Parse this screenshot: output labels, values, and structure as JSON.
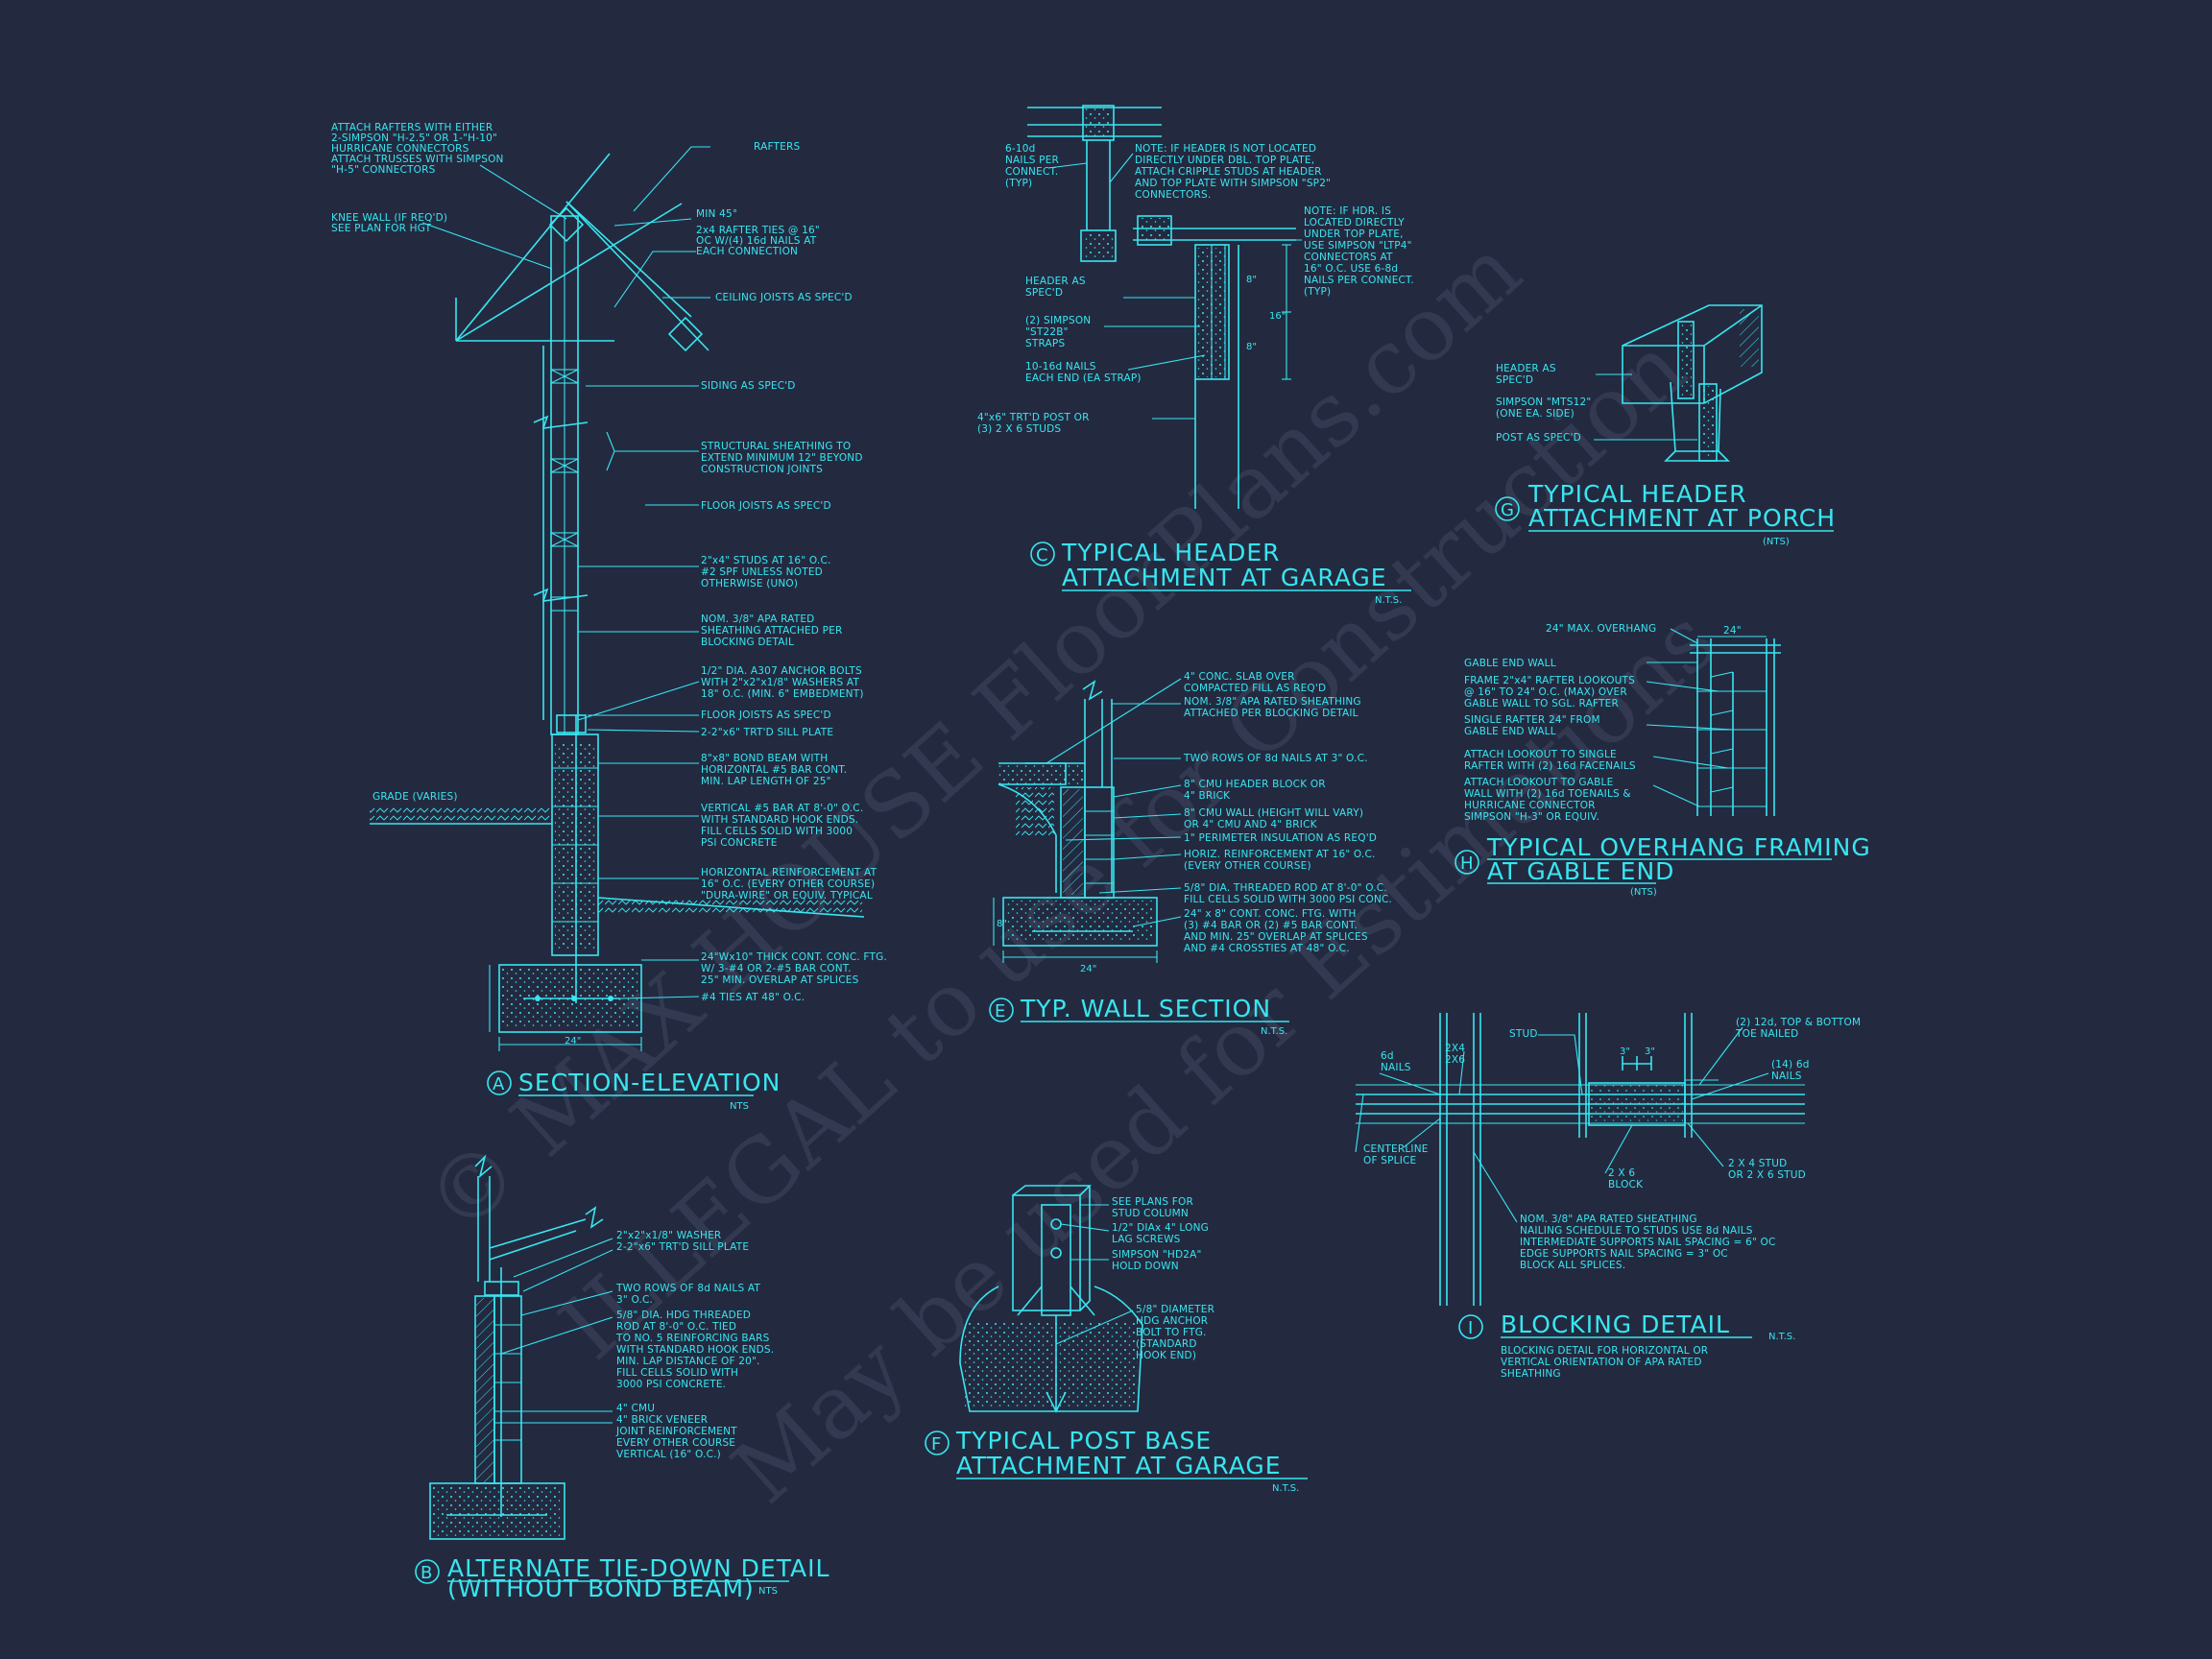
{
  "watermark": {
    "line1": "© MAX HOUSE FloorPlans.com",
    "line2": "ILLEGAL to use for Construction",
    "line3": "May be used for Estimations"
  },
  "details": {
    "A": {
      "letter": "A",
      "title": "SECTION-ELEVATION",
      "nts": "NTS",
      "dim": "24\"",
      "notes": [
        [
          "ATTACH RAFTERS WITH EITHER",
          "2-SIMPSON \"H-2.5\" OR 1-\"H-10\"",
          "HURRICANE CONNECTORS",
          "ATTACH TRUSSES WITH SIMPSON",
          "\"H-5\" CONNECTORS"
        ],
        [
          "RAFTERS"
        ],
        [
          "KNEE WALL (IF REQ'D)",
          "SEE PLAN FOR HGT"
        ],
        [
          "MIN 45°"
        ],
        [
          "2x4 RAFTER TIES @ 16\"",
          "OC W/(4) 16d NAILS AT",
          "EACH CONNECTION"
        ],
        [
          "CEILING JOISTS AS SPEC'D"
        ],
        [
          "SIDING AS SPEC'D"
        ],
        [
          "STRUCTURAL SHEATHING TO",
          "EXTEND MINIMUM 12\" BEYOND",
          "CONSTRUCTION JOINTS"
        ],
        [
          "FLOOR JOISTS AS SPEC'D"
        ],
        [
          "2\"x4\" STUDS AT 16\" O.C.",
          "#2 SPF UNLESS NOTED",
          "OTHERWISE (UNO)"
        ],
        [
          "NOM. 3/8\" APA RATED",
          "SHEATHING ATTACHED PER",
          "BLOCKING DETAIL"
        ],
        [
          "1/2\" DIA. A307 ANCHOR BOLTS",
          "WITH 2\"x2\"x1/8\" WASHERS AT",
          "18\" O.C. (MIN. 6\" EMBEDMENT)"
        ],
        [
          "FLOOR JOISTS AS SPEC'D"
        ],
        [
          "2-2\"x6\" TRT'D SILL PLATE"
        ],
        [
          "8\"x8\" BOND BEAM WITH",
          "HORIZONTAL #5 BAR CONT.",
          "MIN. LAP LENGTH OF 25\""
        ],
        [
          "GRADE (VARIES)"
        ],
        [
          "VERTICAL #5 BAR AT 8'-0\" O.C.",
          "WITH STANDARD HOOK ENDS.",
          "FILL CELLS SOLID WITH 3000",
          "PSI CONCRETE"
        ],
        [
          "HORIZONTAL REINFORCEMENT AT",
          "16\" O.C. (EVERY OTHER COURSE)",
          "\"DURA-WIRE\" OR EQUIV. TYPICAL"
        ],
        [
          "24\"Wx10\" THICK CONT. CONC. FTG.",
          "W/ 3-#4 OR 2-#5 BAR CONT.",
          "25\" MIN. OVERLAP AT SPLICES"
        ],
        [
          "#4 TIES AT 48\" O.C."
        ]
      ]
    },
    "B": {
      "letter": "B",
      "title": "ALTERNATE TIE-DOWN DETAIL",
      "subtitle": "(WITHOUT BOND BEAM)",
      "nts": "NTS",
      "notes": [
        [
          "2\"x2\"x1/8\" WASHER",
          "2-2\"x6\" TRT'D SILL PLATE"
        ],
        [
          "TWO ROWS OF 8d NAILS AT",
          "3\" O.C."
        ],
        [
          "5/8\" DIA. HDG THREADED",
          "ROD AT 8'-0\" O.C. TIED",
          "TO NO. 5 REINFORCING BARS",
          "WITH STANDARD HOOK ENDS.",
          "MIN. LAP DISTANCE OF 20\".",
          "FILL CELLS SOLID WITH",
          "3000 PSI CONCRETE."
        ],
        [
          "4\" CMU",
          "4\" BRICK VENEER",
          "JOINT REINFORCEMENT",
          "EVERY OTHER COURSE",
          "VERTICAL (16\" O.C.)"
        ]
      ]
    },
    "C": {
      "letter": "C",
      "title1": "TYPICAL HEADER",
      "title2": "ATTACHMENT AT GARAGE",
      "nts": "N.T.S.",
      "dims": [
        "8\"",
        "16\"",
        "8\""
      ],
      "notes": [
        [
          "6-10d",
          "NAILS PER",
          "CONNECT.",
          "(TYP)"
        ],
        [
          "NOTE: IF HEADER IS NOT LOCATED",
          "DIRECTLY UNDER DBL. TOP PLATE,",
          "ATTACH CRIPPLE STUDS AT HEADER",
          "AND TOP PLATE WITH SIMPSON \"SP2\"",
          "CONNECTORS."
        ],
        [
          "NOTE: IF HDR. IS",
          "LOCATED DIRECTLY",
          "UNDER TOP PLATE,",
          "USE SIMPSON \"LTP4\"",
          "CONNECTORS AT",
          "16\" O.C.  USE 6-8d",
          "NAILS PER CONNECT.",
          "(TYP)"
        ],
        [
          "HEADER AS",
          "SPEC'D"
        ],
        [
          "(2) SIMPSON",
          "\"ST22B\"",
          "STRAPS"
        ],
        [
          "10-16d NAILS",
          "EACH END (EA STRAP)"
        ],
        [
          "4\"x6\" TRT'D POST OR",
          "(3) 2 X 6 STUDS"
        ]
      ]
    },
    "E": {
      "letter": "E",
      "title": "TYP. WALL SECTION",
      "nts": "N.T.S.",
      "dim": "24\"",
      "dim2": "8\"",
      "notes": [
        [
          "4\" CONC. SLAB OVER",
          "COMPACTED FILL AS REQ'D"
        ],
        [
          "NOM. 3/8\" APA RATED SHEATHING",
          "ATTACHED PER BLOCKING DETAIL"
        ],
        [
          "TWO ROWS OF 8d NAILS AT 3\" O.C."
        ],
        [
          "8\" CMU HEADER BLOCK OR",
          "4\" BRICK"
        ],
        [
          "8\" CMU WALL (HEIGHT WILL VARY)",
          "OR 4\" CMU AND 4\" BRICK"
        ],
        [
          "1\" PERIMETER INSULATION AS REQ'D"
        ],
        [
          "HORIZ. REINFORCEMENT AT 16\" O.C.",
          "(EVERY OTHER COURSE)"
        ],
        [
          "5/8\" DIA. THREADED ROD AT 8'-0\" O.C.",
          "FILL CELLS SOLID WITH 3000 PSI CONC."
        ],
        [
          "24\" x 8\" CONT. CONC. FTG. WITH",
          "(3) #4 BAR OR (2) #5 BAR CONT.",
          "AND MIN. 25\" OVERLAP AT SPLICES",
          "AND #4 CROSSTIES AT 48\" O.C."
        ]
      ]
    },
    "F": {
      "letter": "F",
      "title1": "TYPICAL POST BASE",
      "title2": "ATTACHMENT AT GARAGE",
      "nts": "N.T.S.",
      "notes": [
        [
          "SEE PLANS FOR",
          "STUD COLUMN"
        ],
        [
          "1/2\" DIAx 4\" LONG",
          "LAG SCREWS"
        ],
        [
          "SIMPSON \"HD2A\"",
          "HOLD DOWN"
        ],
        [
          "5/8\" DIAMETER",
          "HDG ANCHOR",
          "BOLT TO FTG.",
          "(STANDARD",
          "HOOK END)"
        ]
      ]
    },
    "G": {
      "letter": "G",
      "title1": "TYPICAL HEADER",
      "title2": "ATTACHMENT AT PORCH",
      "nts": "(NTS)",
      "notes": [
        [
          "HEADER AS",
          "SPEC'D"
        ],
        [
          "SIMPSON \"MTS12\"",
          "(ONE EA. SIDE)"
        ],
        [
          "POST AS SPEC'D"
        ]
      ]
    },
    "H": {
      "letter": "H",
      "title1": "TYPICAL OVERHANG FRAMING",
      "title2": "AT GABLE END",
      "nts": "(NTS)",
      "dim": "24\"",
      "notes": [
        [
          "24\" MAX. OVERHANG"
        ],
        [
          "GABLE END WALL"
        ],
        [
          "FRAME 2\"x4\" RAFTER LOOKOUTS",
          "@ 16\" TO 24\" O.C. (MAX) OVER",
          "GABLE WALL TO SGL. RAFTER"
        ],
        [
          "SINGLE RAFTER 24\" FROM",
          "GABLE END WALL"
        ],
        [
          "ATTACH LOOKOUT TO SINGLE",
          "RAFTER WITH (2) 16d FACENAILS"
        ],
        [
          "ATTACH LOOKOUT TO GABLE",
          "WALL WITH (2) 16d TOENAILS &",
          "HURRICANE CONNECTOR",
          "SIMPSON \"H-3\" OR EQUIV."
        ]
      ]
    },
    "I": {
      "letter": "I",
      "title": "BLOCKING DETAIL",
      "nts": "N.T.S.",
      "dims": [
        "3\"",
        "3\""
      ],
      "desc": [
        "BLOCKING DETAIL FOR HORIZONTAL OR",
        "VERTICAL ORIENTATION OF APA RATED",
        "SHEATHING"
      ],
      "notes": [
        [
          "6d",
          "NAILS"
        ],
        [
          "2X4",
          "2X6"
        ],
        [
          "STUD"
        ],
        [
          "(2) 12d, TOP & BOTTOM",
          "TOE NAILED"
        ],
        [
          "(14) 6d",
          "NAILS"
        ],
        [
          "CENTERLINE",
          "OF SPLICE"
        ],
        [
          "2 X 6",
          "BLOCK"
        ],
        [
          "2 X 4 STUD",
          "OR 2 X 6 STUD"
        ],
        [
          "NOM. 3/8\" APA RATED SHEATHING",
          "NAILING SCHEDULE TO STUDS USE 8d NAILS",
          "INTERMEDIATE SUPPORTS NAIL SPACING = 6\" OC",
          "EDGE SUPPORTS NAIL SPACING = 3\" OC",
          "BLOCK ALL SPLICES."
        ]
      ]
    }
  },
  "colors": {
    "background": "#232a40",
    "linework": "#38e6f0",
    "watermark": "#6a7288"
  }
}
